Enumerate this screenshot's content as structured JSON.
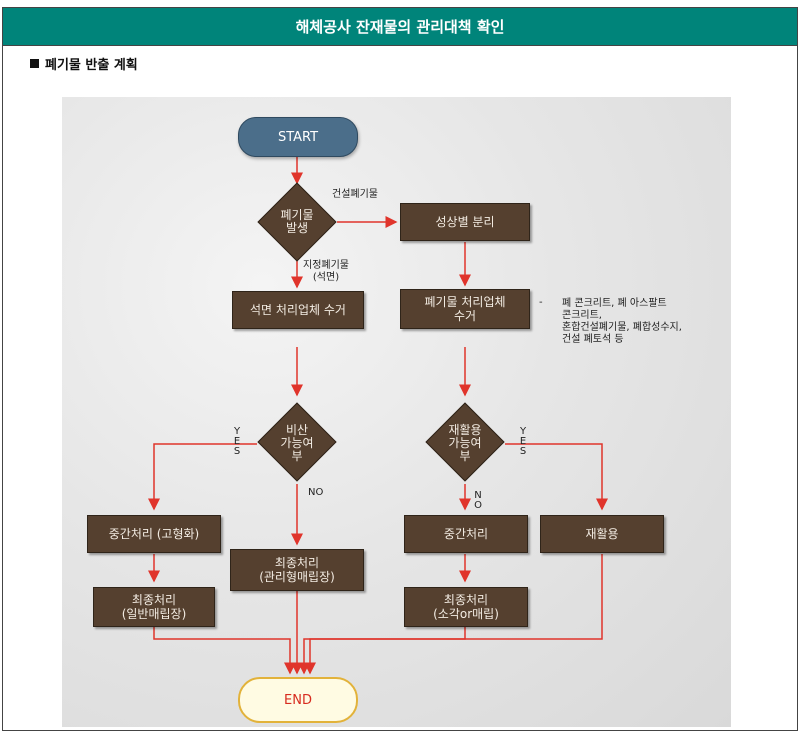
{
  "header": {
    "title": "해체공사 잔재물의 관리대책 확인"
  },
  "section": {
    "title": "폐기물 반출 계획"
  },
  "flow": {
    "start": "START",
    "end": "END",
    "decision_generate": "폐기물\n발생",
    "label_construction_waste": "건설폐기물",
    "label_designated_waste": "지정폐기물\n(석면)",
    "separate": "성상별 분리",
    "asbestos_collect": "석면 처리업체 수거",
    "waste_collect": "폐기물 처리업체\n수거",
    "waste_types": "폐 콘크리트, 폐 아스팔트\n콘크리트,\n혼합건설폐기물, 폐합성수지,\n건설 폐토석 등",
    "dash": "-",
    "decision_scatter": "비산\n가능여\n부",
    "decision_recycle": "재활용\n가능여\n부",
    "yes_left": "Y\nE\nS",
    "yes_right": "Y\nE\nS",
    "no_left": "NO",
    "no_right": "N\nO",
    "mid_solidify": "중간처리 (고형화)",
    "final_managed": "최종처리\n(관리형매립장)",
    "mid_process": "중간처리",
    "recycle": "재활용",
    "final_general": "최종처리\n(일반매립장)",
    "final_incinerate": "최종처리\n(소각or매립)"
  },
  "colors": {
    "header_bg": "#00847a",
    "box_bg": "#55402f",
    "arrow": "#e0342b",
    "start_bg": "#4b6e8a",
    "end_border": "#e2b23a"
  }
}
